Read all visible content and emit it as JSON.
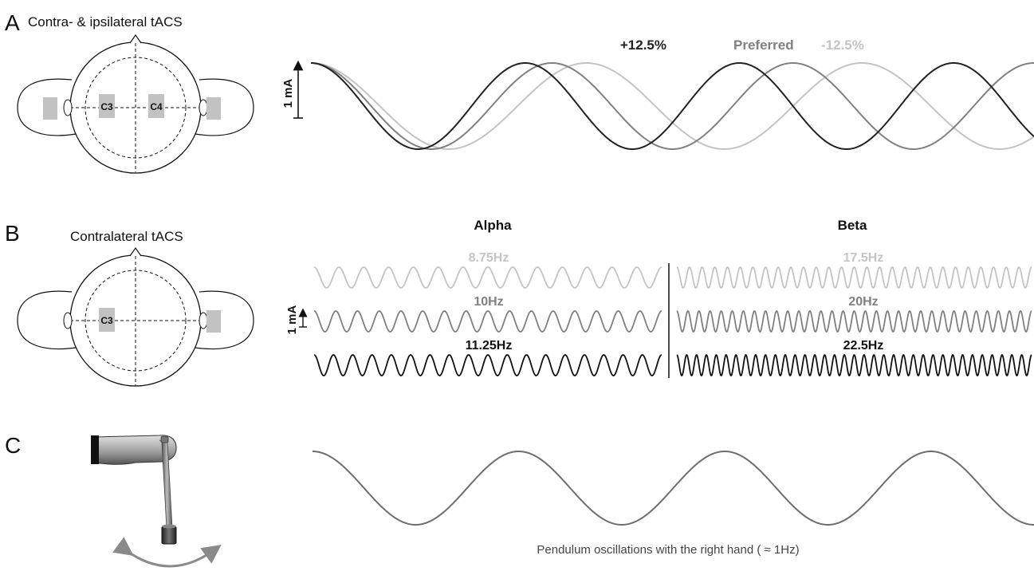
{
  "panels": {
    "A": {
      "letter": "A",
      "subtitle": "Contra- & ipsilateral tACS",
      "electrodes": [
        "C3",
        "C4"
      ],
      "scale_label": "1 mA",
      "legend": [
        {
          "label": "+12.5%",
          "color": "#222222"
        },
        {
          "label": "Preferred",
          "color": "#808080"
        },
        {
          "label": "-12.5%",
          "color": "#c4c4c4"
        }
      ]
    },
    "B": {
      "letter": "B",
      "subtitle": "Contralateral tACS",
      "electrodes": [
        "C3"
      ],
      "scale_label": "1 mA",
      "bands": [
        {
          "name": "Alpha",
          "freqs": [
            {
              "label": "8.75Hz",
              "value": 8.75,
              "color": "#c4c4c4"
            },
            {
              "label": "10Hz",
              "value": 10,
              "color": "#808080"
            },
            {
              "label": "11.25Hz",
              "value": 11.25,
              "color": "#111111"
            }
          ]
        },
        {
          "name": "Beta",
          "freqs": [
            {
              "label": "17.5Hz",
              "value": 17.5,
              "color": "#c4c4c4"
            },
            {
              "label": "20Hz",
              "value": 20,
              "color": "#808080"
            },
            {
              "label": "22.5Hz",
              "value": 22.5,
              "color": "#111111"
            }
          ]
        }
      ]
    },
    "C": {
      "letter": "C",
      "caption": "Pendulum oscillations with the right hand ( ≈ 1Hz)",
      "wave_color": "#6e6e6e"
    }
  },
  "chart_data": [
    {
      "type": "line",
      "panel": "A",
      "title": "",
      "series": [
        {
          "name": "+12.5%",
          "relative_frequency": 1.125,
          "amplitude_mA": 1,
          "cycles": 3.375
        },
        {
          "name": "Preferred",
          "relative_frequency": 1.0,
          "amplitude_mA": 1,
          "cycles": 3.0
        },
        {
          "name": "-12.5%",
          "relative_frequency": 0.875,
          "amplitude_mA": 1,
          "cycles": 2.625
        }
      ]
    },
    {
      "type": "line",
      "panel": "B",
      "categories": [
        "Alpha",
        "Beta"
      ],
      "series": [
        {
          "name": "8.75Hz",
          "band": "Alpha",
          "frequency_hz": 8.75
        },
        {
          "name": "10Hz",
          "band": "Alpha",
          "frequency_hz": 10
        },
        {
          "name": "11.25Hz",
          "band": "Alpha",
          "frequency_hz": 11.25
        },
        {
          "name": "17.5Hz",
          "band": "Beta",
          "frequency_hz": 17.5
        },
        {
          "name": "20Hz",
          "band": "Beta",
          "frequency_hz": 20
        },
        {
          "name": "22.5Hz",
          "band": "Beta",
          "frequency_hz": 22.5
        }
      ]
    },
    {
      "type": "line",
      "panel": "C",
      "series": [
        {
          "frequency_hz": 1,
          "cycles": 3.5
        }
      ]
    }
  ]
}
